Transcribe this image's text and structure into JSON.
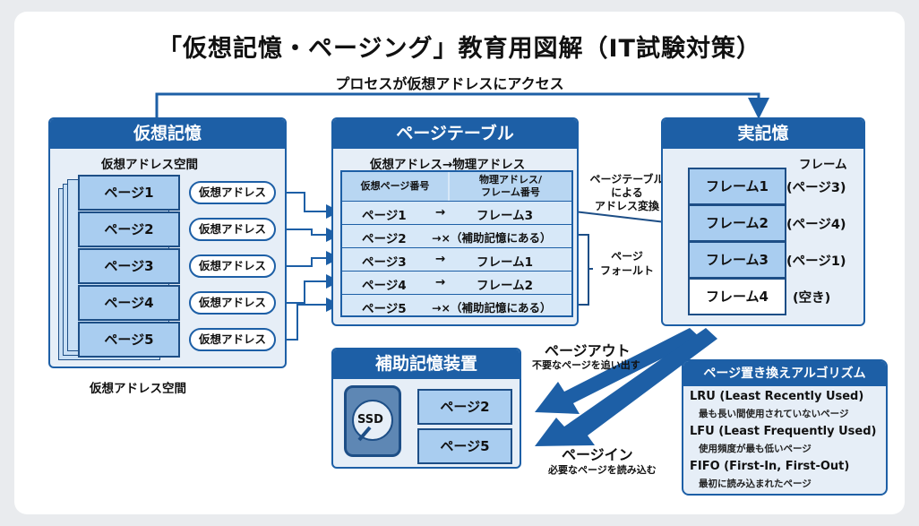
{
  "title": "「仮想記憶・ページング」教育用図解（IT試験対策）",
  "access_label": "プロセスが仮想アドレスにアクセス",
  "virtual_memory": {
    "header": "仮想記憶",
    "subtitle": "仮想アドレス空間",
    "footer": "仮想アドレス空間",
    "pages": [
      "ページ1",
      "ページ2",
      "ページ3",
      "ページ4",
      "ページ5"
    ],
    "address_label": "仮想アドレス"
  },
  "page_table": {
    "header": "ページテーブル",
    "subtitle": "仮想アドレス→物理アドレス",
    "col_virtual": "仮想ページ番号",
    "col_physical_1": "物理アドレス/",
    "col_physical_2": "フレーム番号",
    "arrow": "→",
    "rows": [
      {
        "page": "ページ1",
        "target": "フレーム3"
      },
      {
        "page": "ページ2",
        "target": "→×（補助記憶にある）"
      },
      {
        "page": "ページ3",
        "target": "フレーム1"
      },
      {
        "page": "ページ4",
        "target": "フレーム2"
      },
      {
        "page": "ページ5",
        "target": "→×（補助記憶にある）"
      }
    ]
  },
  "translation_label": [
    "ページテーブル",
    "による",
    "アドレス変換"
  ],
  "fault_label": [
    "ページ",
    "フォールト"
  ],
  "real_memory": {
    "header": "実記憶",
    "subtitle": "フレーム",
    "frames": [
      {
        "name": "フレーム1",
        "note": "(ページ3)"
      },
      {
        "name": "フレーム2",
        "note": "(ページ4)"
      },
      {
        "name": "フレーム3",
        "note": "(ページ1)"
      },
      {
        "name": "フレーム4",
        "note": "(空き)"
      }
    ]
  },
  "secondary_storage": {
    "header": "補助記憶装置",
    "device": "SSD",
    "pages": [
      "ページ2",
      "ページ5"
    ]
  },
  "page_out": {
    "title": "ページアウト",
    "desc": "不要なページを追い出す"
  },
  "page_in": {
    "title": "ページイン",
    "desc": "必要なページを読み込む"
  },
  "algorithms": {
    "header": "ページ置き換えアルゴリズム",
    "items": [
      {
        "name": "LRU (Least Recently Used)",
        "desc": "最も長い間使用されていないページ"
      },
      {
        "name": "LFU (Least Frequently Used)",
        "desc": "使用頻度が最も低いページ"
      },
      {
        "name": "FIFO (First-In, First-Out)",
        "desc": "最初に読み込まれたページ"
      }
    ]
  },
  "colors": {
    "primary": "#1d5fa6",
    "dark": "#1d4e86",
    "light_fill": "#a9cdf0",
    "panel_bg": "#e6eef7"
  }
}
